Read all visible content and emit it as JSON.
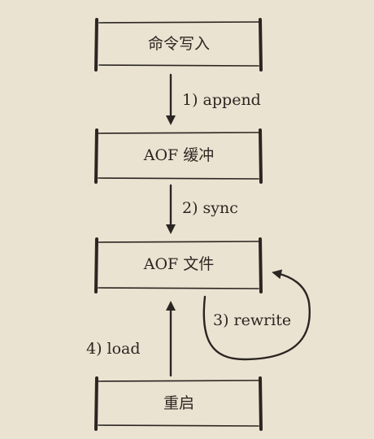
{
  "nodes": {
    "command_write": "命令写入",
    "aof_buffer": "AOF 缓冲",
    "aof_file": "AOF 文件",
    "restart": "重启"
  },
  "edges": {
    "append": "1) append",
    "sync": "2) sync",
    "rewrite": "3) rewrite",
    "load": "4) load"
  }
}
